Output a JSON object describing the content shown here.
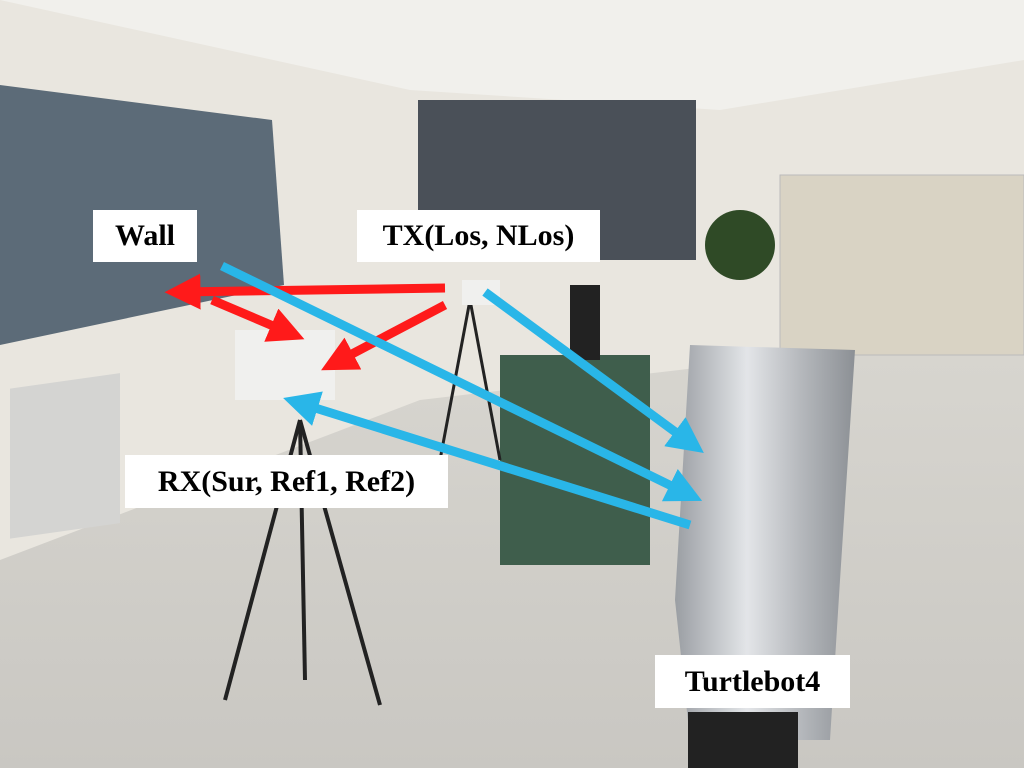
{
  "labels": {
    "wall": "Wall",
    "tx": "TX(Los, NLos)",
    "rx": "RX(Sur, Ref1, Ref2)",
    "target": "Turtlebot4"
  },
  "colors": {
    "reflected_path": "#ff1a1a",
    "direct_path": "#29b6e8",
    "label_bg": "#ffffff"
  }
}
